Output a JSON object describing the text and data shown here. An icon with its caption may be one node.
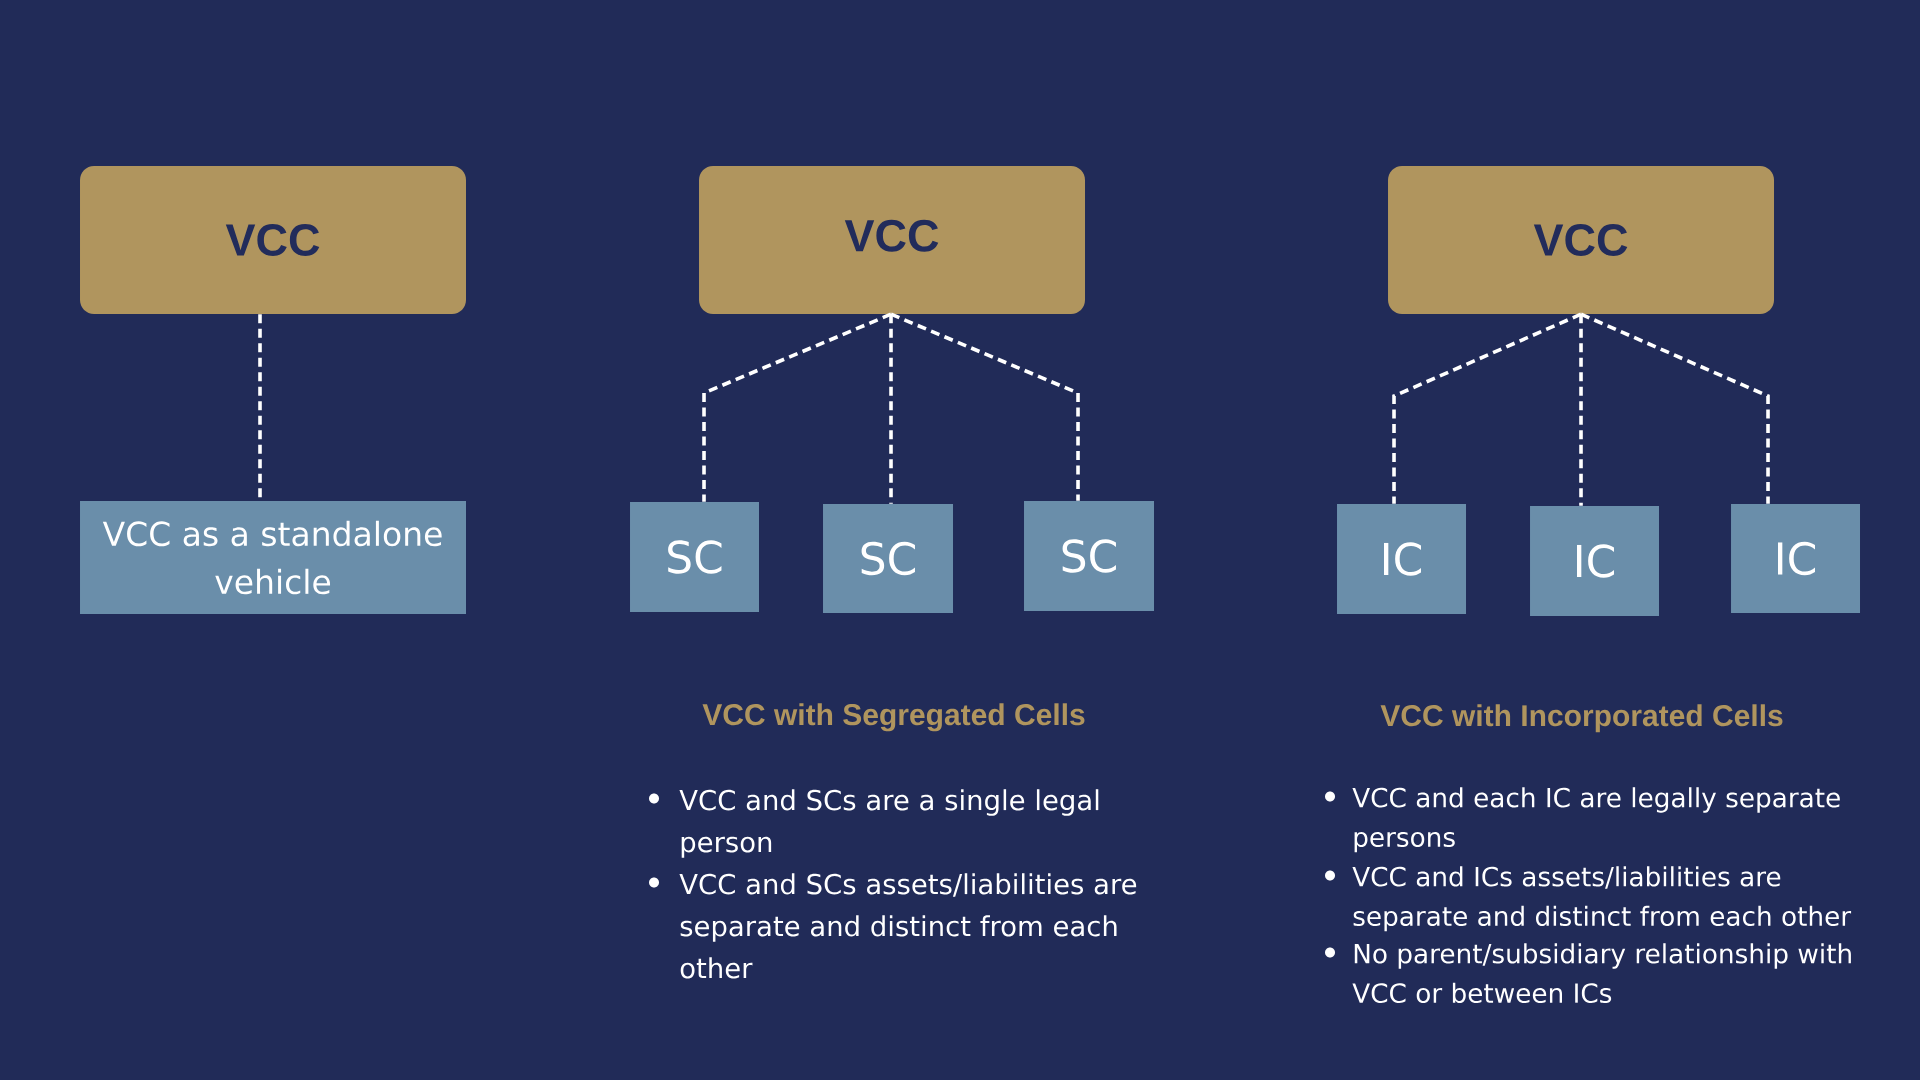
{
  "diagram": {
    "nodes": [
      {
        "text": [
          "VCC"
        ]
      },
      {
        "text": [
          "VCC as a standalone vehicle"
        ]
      },
      {
        "text": [
          "VCC"
        ]
      },
      {
        "text": [
          "SC"
        ]
      },
      {
        "text": [
          "SC"
        ]
      },
      {
        "text": [
          "SC"
        ]
      },
      {
        "text": [
          "VCC"
        ]
      },
      {
        "text": [
          "IC"
        ]
      },
      {
        "text": [
          "IC"
        ]
      },
      {
        "text": [
          "IC"
        ]
      }
    ],
    "edges": [
      {
        "from": 0,
        "to": 1,
        "arrow": "none",
        "style": "dashed"
      },
      {
        "from": 2,
        "to": 3,
        "arrow": "none",
        "style": "dashed"
      },
      {
        "from": 2,
        "to": 4,
        "arrow": "none",
        "style": "dashed"
      },
      {
        "from": 2,
        "to": 5,
        "arrow": "none",
        "style": "dashed"
      },
      {
        "from": 6,
        "to": 7,
        "arrow": "none",
        "style": "dashed"
      },
      {
        "from": 6,
        "to": 8,
        "arrow": "none",
        "style": "dashed"
      },
      {
        "from": 6,
        "to": 9,
        "arrow": "none",
        "style": "dashed"
      }
    ],
    "labels": [
      "VCC with Segregated Cells",
      "VCC and SCs are a single legal person",
      "VCC and SCs assets/liabilities are separate and distinct from each other",
      "VCC with Incorporated Cells",
      "VCC and each IC are legally separate persons",
      "VCC and ICs assets/liabilities are separate and distinct from each other",
      "No parent/subsidiary relationship with VCC or between ICs"
    ]
  }
}
